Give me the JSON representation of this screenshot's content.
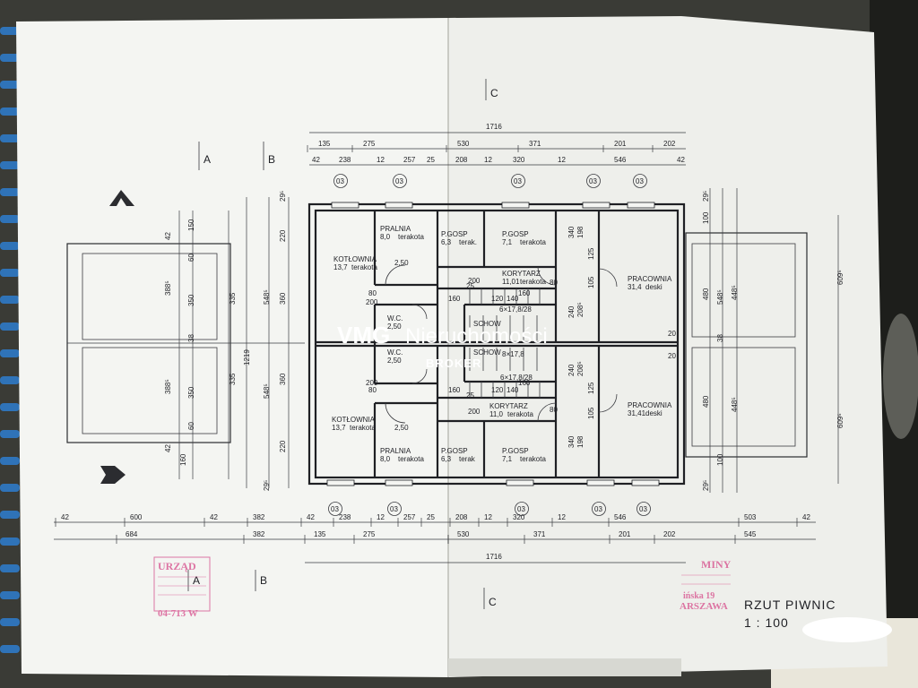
{
  "title": "RZUT PIWNIC",
  "scale": "1 : 100",
  "watermark": {
    "logo": "VMG",
    "name": "Nieruchomości",
    "sub": "BROKER"
  },
  "overall_dimension": "1716",
  "top_dims_row1": [
    "135",
    "275",
    "530",
    "371",
    "201",
    "202"
  ],
  "top_dims_row2": [
    "42",
    "238",
    "12",
    "257",
    "25",
    "208",
    "12",
    "320",
    "12",
    "546",
    "42"
  ],
  "bottom_dims_row1": [
    "42",
    "600",
    "42",
    "382",
    "42",
    "238",
    "12",
    "257",
    "25",
    "208",
    "12",
    "320",
    "12",
    "546",
    "503",
    "42"
  ],
  "bottom_dims_row2": [
    "684",
    "382",
    "135",
    "275",
    "530",
    "371",
    "201",
    "202",
    "545"
  ],
  "window_tag": "03",
  "section_marks": {
    "a": "A",
    "b": "B",
    "c": "C"
  },
  "left_dims": [
    "42",
    "150",
    "60",
    "388⁵",
    "350",
    "38",
    "388⁵",
    "350",
    "60",
    "160",
    "42"
  ],
  "inner_dims": [
    "335",
    "1219",
    "335",
    "548⁵",
    "548⁵",
    "360",
    "360",
    "220",
    "220",
    "29⁵",
    "29⁵"
  ],
  "right_dims": [
    "29⁵",
    "100",
    "480",
    "548⁵",
    "448⁵",
    "38",
    "480",
    "448⁵",
    "100",
    "29⁵",
    "609⁵",
    "609⁵"
  ],
  "rooms_top": [
    {
      "name": "KOTŁOWNIA",
      "area": "13,7",
      "floor": "terakota"
    },
    {
      "name": "PRALNIA",
      "area": "8,0",
      "floor": "terakota"
    },
    {
      "name": "P.GOSP",
      "area": "6,3",
      "floor": "terak."
    },
    {
      "name": "P.GOSP",
      "area": "7,1",
      "floor": "terakota"
    },
    {
      "name": "KORYTARZ",
      "area": "11,01",
      "floor": "terakota"
    },
    {
      "name": "PRACOWNIA",
      "area": "31,4",
      "floor": "deski"
    },
    {
      "name": "W.C.",
      "area": "2,50",
      "floor": ""
    },
    {
      "name": "SCHOW",
      "area": "",
      "floor": ""
    }
  ],
  "rooms_bottom": [
    {
      "name": "KOTŁOWNIA",
      "area": "13,7",
      "floor": "terakota"
    },
    {
      "name": "PRALNIA",
      "area": "8,0",
      "floor": "terakota"
    },
    {
      "name": "P.GOSP",
      "area": "6,3",
      "floor": "terak"
    },
    {
      "name": "P.GOSP",
      "area": "7,1",
      "floor": "terakota"
    },
    {
      "name": "KORYTARZ",
      "area": "11,0",
      "floor": "terakota"
    },
    {
      "name": "PRACOWNIA",
      "area": "31,41",
      "floor": "deski"
    },
    {
      "name": "W.C.",
      "area": "2,50",
      "floor": ""
    },
    {
      "name": "SCHOW",
      "area": "",
      "floor": ""
    }
  ],
  "stair_labels": [
    "6×17,8/28",
    "8×17,8",
    "6×17,8/28"
  ],
  "misc_dims": [
    "80",
    "200",
    "140",
    "120",
    "160",
    "25",
    "240",
    "208⁵",
    "198",
    "105",
    "125",
    "340",
    "20"
  ],
  "stamp_left": {
    "line1": "URZĄD",
    "line2": "04-713 W"
  },
  "stamp_right": {
    "line1": "MINY",
    "line2": "ińska 19",
    "line3": "ARSZAWA"
  }
}
